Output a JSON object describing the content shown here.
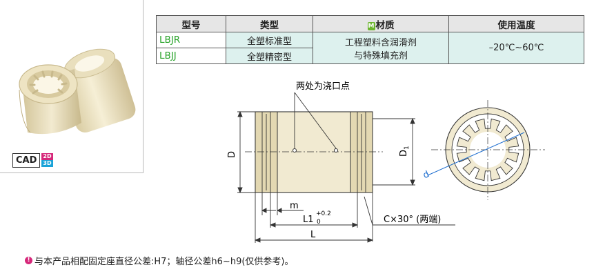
{
  "cad": {
    "label": "CAD",
    "badge_2d": "2D",
    "badge_3d": "3D"
  },
  "table": {
    "headers": {
      "model": "型号",
      "type": "类型",
      "material": "材质",
      "temperature": "使用温度"
    },
    "material_icon": "M",
    "rows": [
      {
        "model": "LBJR",
        "type": "全塑标准型"
      },
      {
        "model": "LBJJ",
        "type": "全塑精密型"
      }
    ],
    "material_line1": "工程塑料含润滑剂",
    "material_line2": "与特殊填充剂",
    "temperature": "–20℃~60℃"
  },
  "drawing": {
    "gate_note": "两处为浇口点",
    "label_D": "D",
    "label_D1": "D",
    "label_D1_sub": "1",
    "label_m": "m",
    "label_L1": "L1",
    "label_L1_tol_upper": "+0.2",
    "label_L1_tol_lower": "0",
    "label_C": "C×30° (两端)",
    "label_L": "L",
    "label_d": "d"
  },
  "footnote": {
    "icon": "!",
    "text": "与本产品相配固定座直径公差:H7；轴径公差h6~h9(仅供参考)。"
  },
  "colors": {
    "accent_green": "#29a32a",
    "header_gray": "#e6e6e6",
    "cell_tint": "#ddf1ee",
    "pink": "#d6287a",
    "cyan": "#1aa3d8",
    "dim_blue": "#1f6fd0",
    "product_ivory": "#efe6c6"
  }
}
